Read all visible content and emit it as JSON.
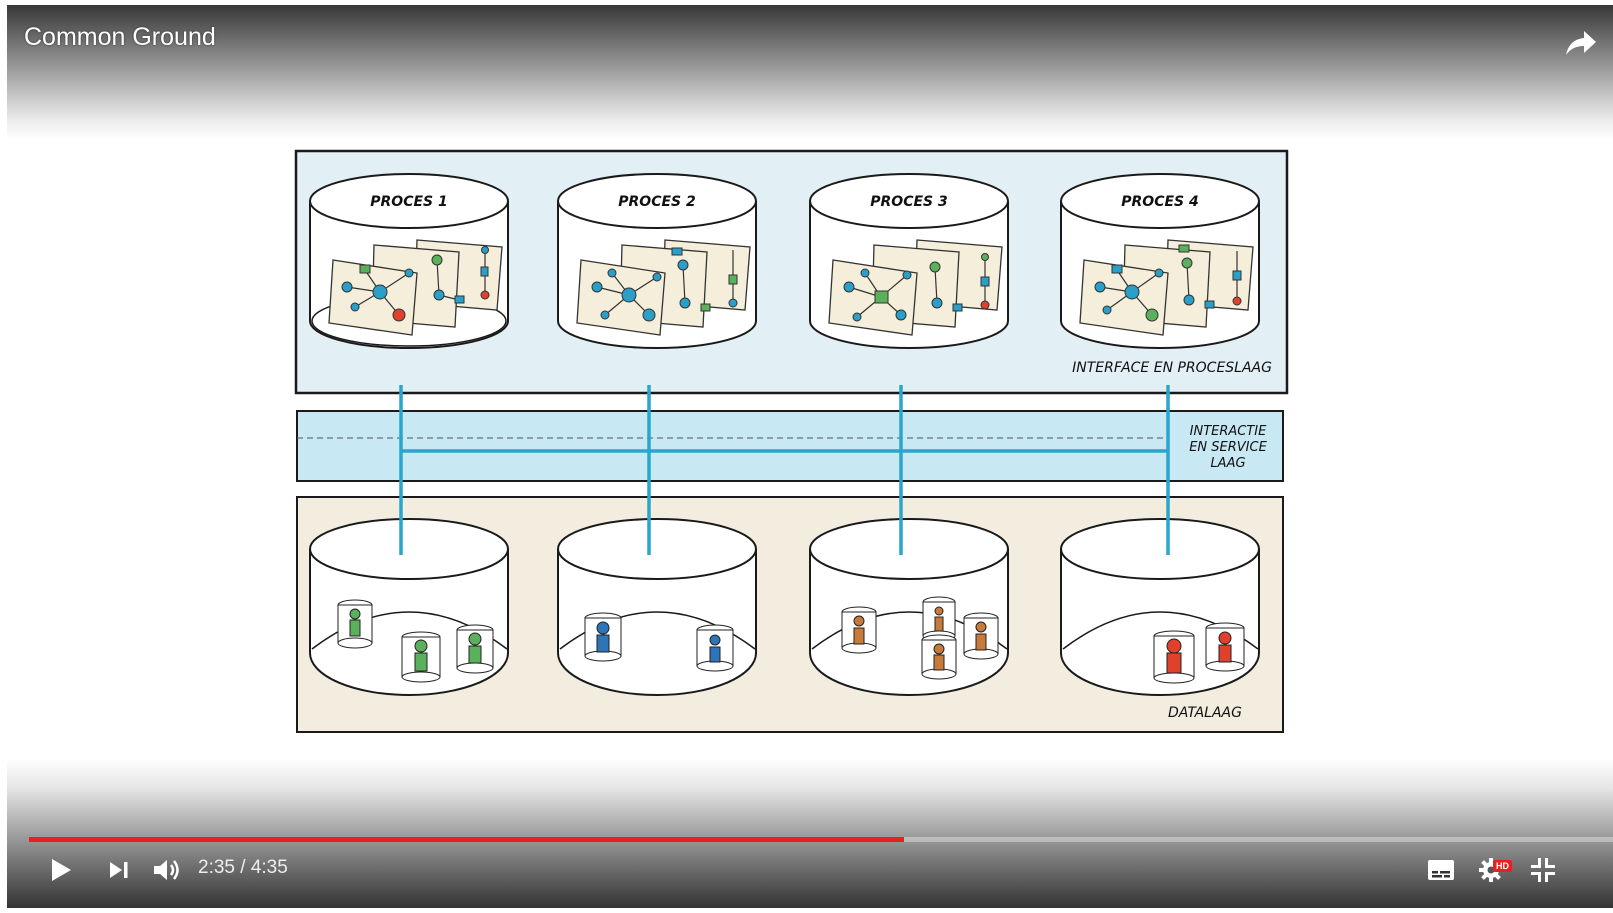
{
  "player": {
    "title": "Common Ground",
    "current_time": "2:35",
    "separator": "/",
    "duration": "4:35",
    "progress_fraction": 0.5524,
    "hd_badge": "HD",
    "accent_color": "#e52222",
    "controls": {
      "play": "play-icon",
      "next": "next-icon",
      "volume": "volume-icon",
      "subtitles": "subtitles-icon",
      "settings": "gear-icon",
      "exit_fullscreen": "exit-fullscreen-icon",
      "share": "share-icon"
    }
  },
  "diagram": {
    "interface_layer_label": "INTERFACE EN PROCESLAAG",
    "service_layer_label_line1": "INTERACTIE",
    "service_layer_label_line2": "EN SERVICE",
    "service_layer_label_line3": "LAAG",
    "data_layer_label": "DATALAAG",
    "processes": [
      "PROCES 1",
      "PROCES 2",
      "PROCES 3",
      "PROCES 4"
    ],
    "colors": {
      "interface_bg": "#e2eff4",
      "service_bg": "#c8e8f3",
      "data_bg": "#f3ede0",
      "connector": "#2aa6cc",
      "green": "#5bb15b",
      "blue": "#2d74b8",
      "orange": "#c87a3a",
      "red": "#e0412c"
    }
  }
}
